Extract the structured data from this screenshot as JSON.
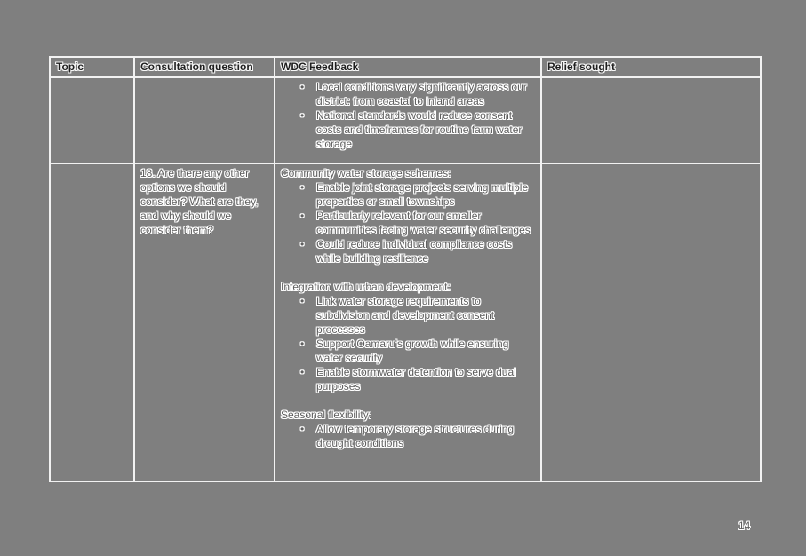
{
  "page": {
    "number": "14",
    "colors": {
      "background": "#7f7f7f",
      "table_border": "#f2f2f2",
      "header_text": "#1f1f1f",
      "body_text_outline": "#ffffff"
    }
  },
  "table": {
    "headers": [
      "Topic",
      "Consultation question",
      "WDC Feedback",
      "Relief sought"
    ],
    "rows": [
      {
        "topic": "",
        "question": "",
        "feedback": {
          "sections": [
            {
              "heading": "",
              "bullets": [
                "Local conditions vary significantly across our district: from coastal to inland areas",
                "National standards would reduce consent costs and timeframes for routine farm water storage"
              ]
            }
          ]
        },
        "relief": ""
      },
      {
        "topic": "",
        "question": "18. Are there any other options we should consider? What are they, and why should we consider them?",
        "feedback": {
          "sections": [
            {
              "heading": "Community water storage schemes:",
              "bullets": [
                "Enable joint storage projects serving multiple properties or small townships",
                "Particularly relevant for our smaller communities facing water security challenges",
                "Could reduce individual compliance costs while building resilience"
              ]
            },
            {
              "heading": "Integration with urban development:",
              "bullets": [
                "Link water storage requirements to subdivision and development consent processes",
                "Support Oamaru's growth while ensuring water security",
                "Enable stormwater detention to serve dual purposes"
              ]
            },
            {
              "heading": "Seasonal flexibility:",
              "bullets": [
                "Allow temporary storage structures during drought conditions"
              ]
            }
          ]
        },
        "relief": ""
      }
    ]
  }
}
